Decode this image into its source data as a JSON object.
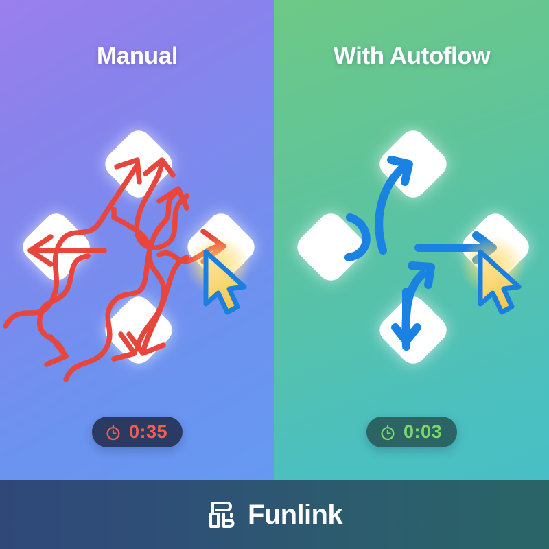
{
  "panels": [
    {
      "id": "manual",
      "title": "Manual",
      "badge": {
        "time": "0:35",
        "icon": "stopwatch-icon",
        "bg": "#2b3a63",
        "fg": "#f2604f"
      },
      "arrow_color": "#e8453c",
      "arrow_style": "chaotic-squiggly",
      "cards": 4,
      "cursor": {
        "icon": "cursor-arrow-icon",
        "outline": "#1b7fe0",
        "fill": "#f7cf63"
      },
      "bg_from": "#9b7fee",
      "bg_to": "#6699f2"
    },
    {
      "id": "autoflow",
      "title": "With Autoflow",
      "badge": {
        "time": "0:03",
        "icon": "stopwatch-icon",
        "bg": "#2b6463",
        "fg": "#7bd96a"
      },
      "arrow_color": "#1a82e2",
      "arrow_style": "clean-direct",
      "cards": 4,
      "cursor": {
        "icon": "cursor-arrow-icon",
        "outline": "#1b7fe0",
        "fill": "#f7cf63"
      },
      "bg_from": "#6ec986",
      "bg_to": "#48bfc6"
    }
  ],
  "footer": {
    "brand_name": "Funlink",
    "logo_icon": "funlink-logo-icon",
    "bg_from": "#2f4878",
    "bg_to": "#2a6567"
  }
}
